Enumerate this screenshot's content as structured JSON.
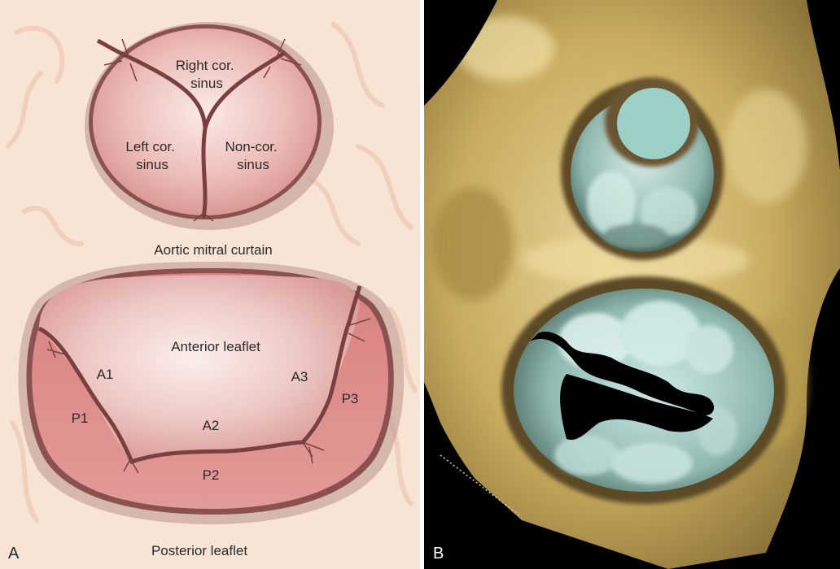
{
  "panel_a": {
    "letter": "A",
    "aortic_valve": {
      "right_sinus": [
        "Right cor.",
        "sinus"
      ],
      "left_sinus": [
        "Left cor.",
        "sinus"
      ],
      "noncoronary_sinus": [
        "Non-cor.",
        "sinus"
      ]
    },
    "curtain_label": "Aortic mitral curtain",
    "mitral_valve": {
      "anterior_leaflet": "Anterior leaflet",
      "scallops": {
        "a1": "A1",
        "a2": "A2",
        "a3": "A3",
        "p1": "P1",
        "p2": "P2",
        "p3": "P3"
      }
    },
    "posterior_label": "Posterior leaflet"
  },
  "panel_b": {
    "letter": "B"
  }
}
